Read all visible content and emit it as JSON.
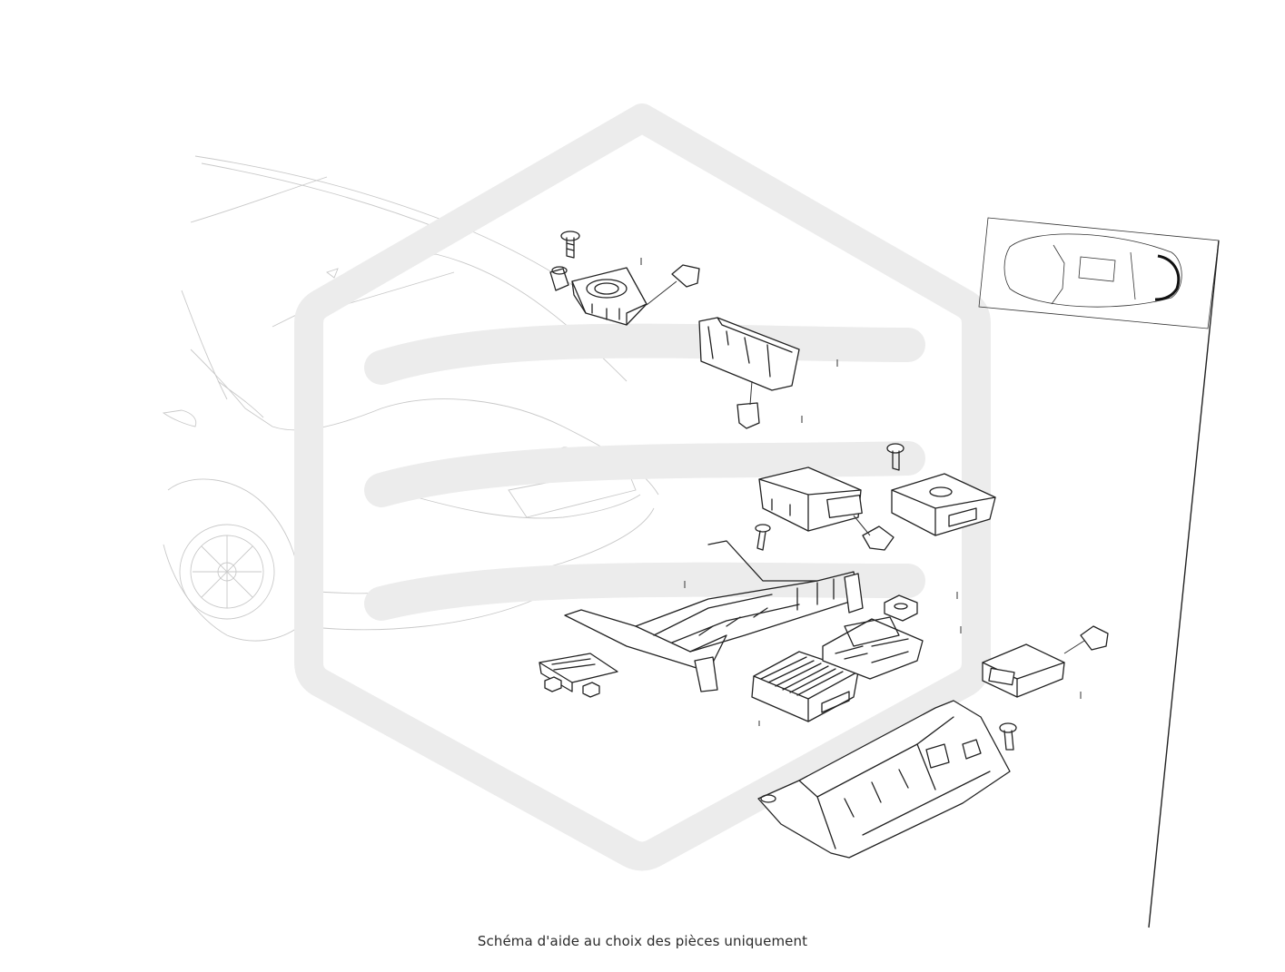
{
  "caption": "Schéma d'aide au choix des pièces uniquement",
  "colors": {
    "line_art": "#222222",
    "background_car": "#c9c9c9",
    "watermark": "#ececec"
  },
  "icons": [
    "watermark-logo",
    "car-silhouette",
    "vehicle-locator-thumbnail",
    "connector-tag-icon",
    "bolt-icon",
    "nut-icon"
  ]
}
